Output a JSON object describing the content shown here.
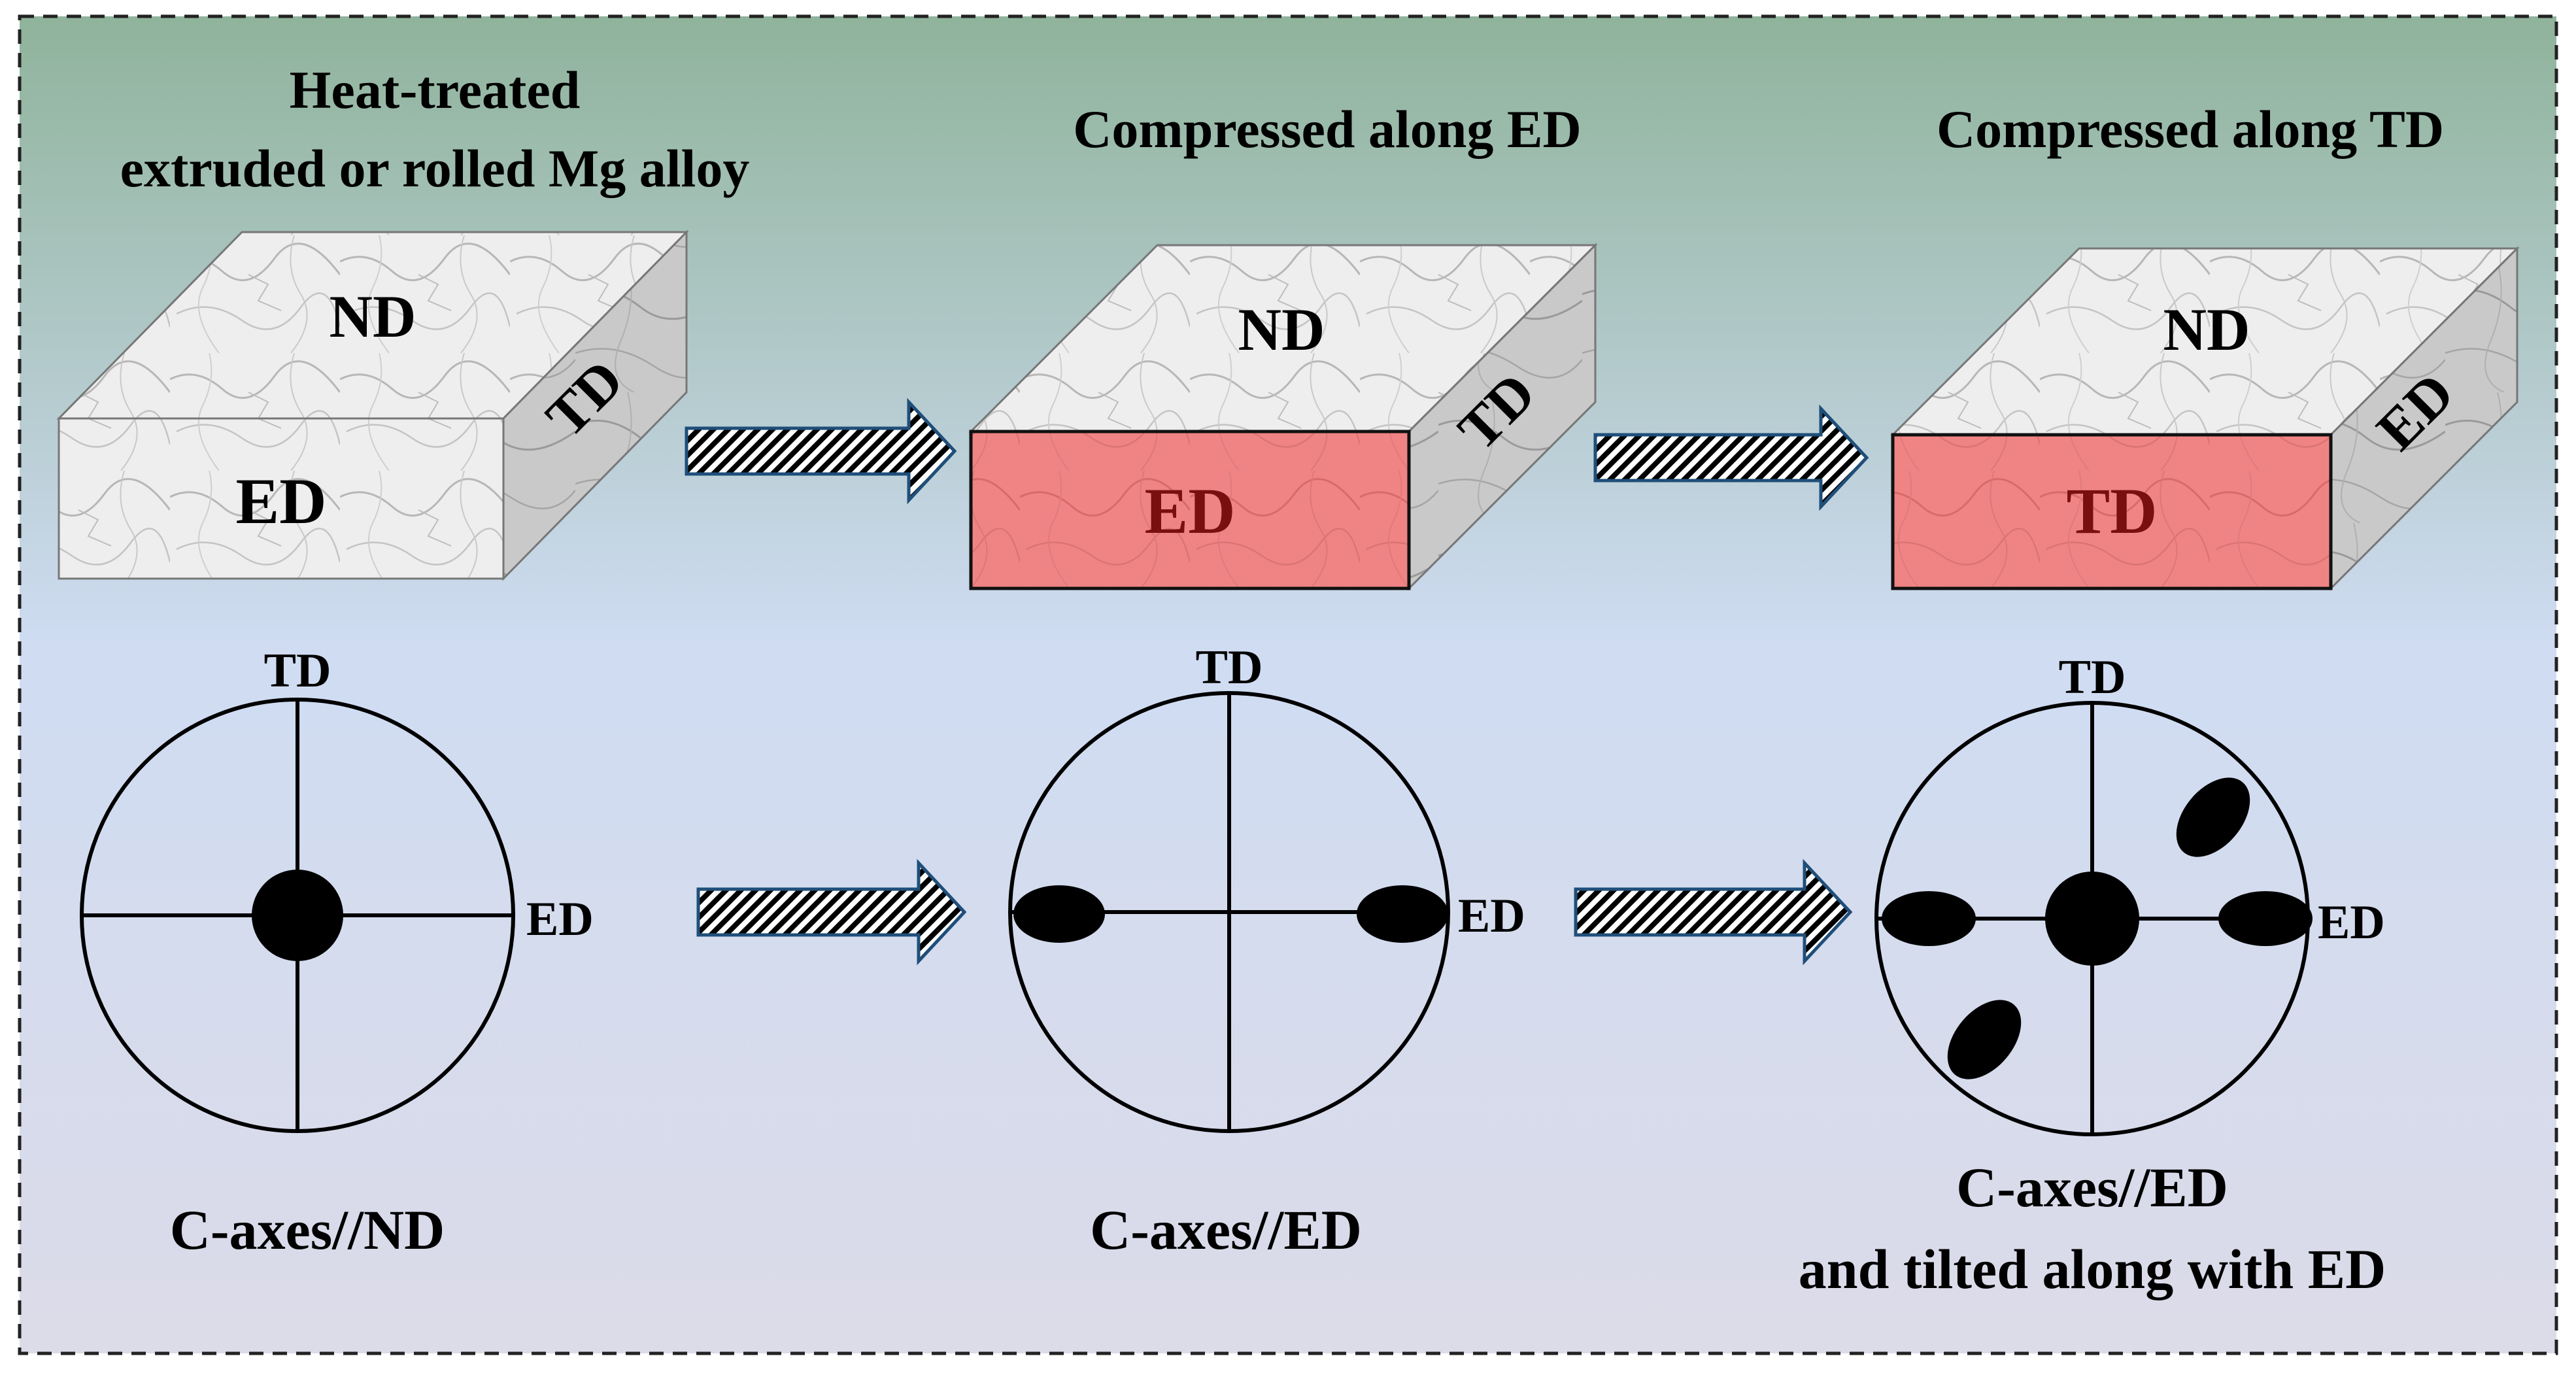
{
  "panels": [
    {
      "title_lines": [
        "Heat-treated",
        "extruded or rolled Mg alloy"
      ],
      "block": {
        "top": "ND",
        "front": "ED",
        "side": "TD"
      },
      "pole_figure": {
        "top_label": "TD",
        "right_label": "ED",
        "caption_lines": [
          "C-axes//ND"
        ]
      }
    },
    {
      "title_lines": [
        "Compressed along ED"
      ],
      "block": {
        "top": "ND",
        "front": "ED",
        "side": "TD"
      },
      "pole_figure": {
        "top_label": "TD",
        "right_label": "ED",
        "caption_lines": [
          "C-axes//ED"
        ]
      }
    },
    {
      "title_lines": [
        "Compressed along TD"
      ],
      "block": {
        "top": "ND",
        "front": "TD",
        "side": "ED"
      },
      "pole_figure": {
        "top_label": "TD",
        "right_label": "ED",
        "caption_lines": [
          "C-axes//ED",
          "and tilted along with ED"
        ]
      }
    }
  ],
  "colors": {
    "background_top": "#8fb39b",
    "background_mid": "#cfdcf2",
    "background_bottom": "#dcdbe8",
    "compressed_face": "#f08080",
    "compressed_text": "#7a0f0f",
    "arrow_stroke": "#1f4e79"
  }
}
